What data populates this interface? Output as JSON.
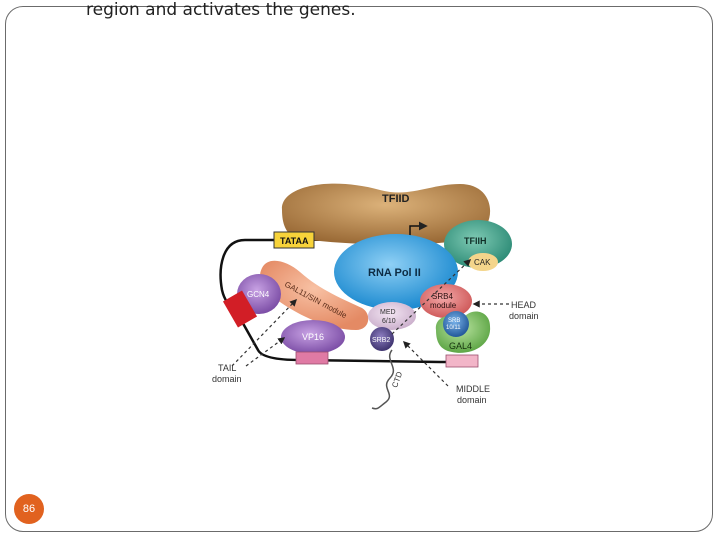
{
  "slide": {
    "caption": "region and activates the genes.",
    "page_number": "86"
  },
  "diagram": {
    "tfiid": "TFIID",
    "tataa": "TATAA",
    "tfiih": "TFIIH",
    "cak": "CAK",
    "rna_pol": "RNA Pol II",
    "gcn4": "GCN4",
    "gal11_line1": "GAL11/SIN",
    "gal11_line2": "module",
    "srb4_line1": "SRB4",
    "srb4_line2": "module",
    "srb10_line1": "SRB",
    "srb10_line2": "10/11",
    "med_line1": "MED",
    "med_line2": "6/10",
    "srb2": "SRB2",
    "vp16": "VP16",
    "gal4": "GAL4",
    "ctd": "CTD",
    "head_line1": "HEAD",
    "head_line2": "domain",
    "tail_line1": "TAIL",
    "tail_line2": "domain",
    "middle_line1": "MIDDLE",
    "middle_line2": "domain"
  }
}
